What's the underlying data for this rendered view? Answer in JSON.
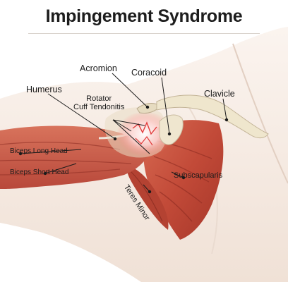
{
  "title": "Impingement Syndrome",
  "labels": {
    "acromion": "Acromion",
    "coracoid": "Coracoid",
    "humerus": "Humerus",
    "rotator_cuff": "Rotator\nCuff Tendonitis",
    "clavicle": "Clavicle",
    "biceps_long_head": "Biceps Long Head",
    "biceps_short_head": "Biceps Short Head",
    "subscapularis": "Subscapularis",
    "teres_minor": "Teres Minor"
  },
  "colors": {
    "skin": "#f4e9e1",
    "muscle": "#c8503d",
    "muscle_dark": "#9e3327",
    "bone": "#ece3c8",
    "inflammation": "#ff6a6a"
  }
}
